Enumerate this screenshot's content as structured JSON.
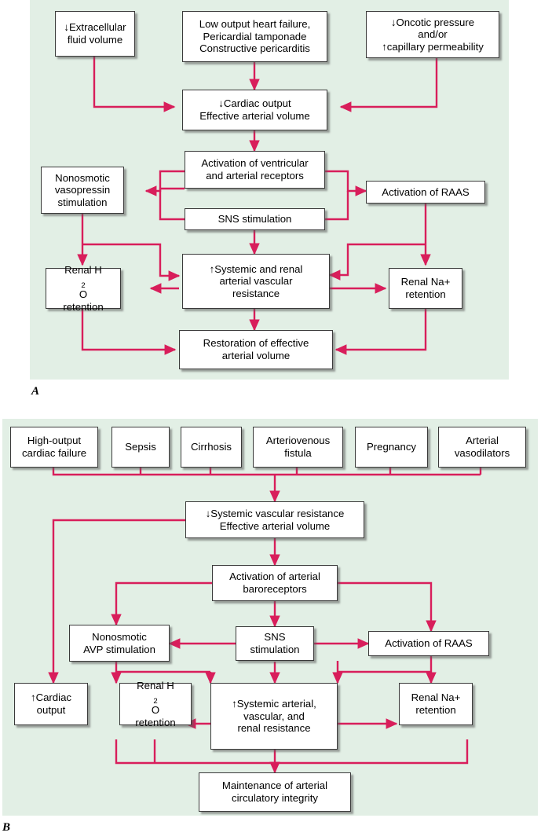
{
  "figure": {
    "type": "medical-flowchart",
    "background_color": "#e2efe5",
    "arrow_color": "#d81e5b",
    "box_border_color": "#3a3a3a",
    "box_fill_color": "#ffffff"
  },
  "panel_a": {
    "label": "A",
    "nodes": {
      "extracellular": "↓Extracellular\nfluid volume",
      "low_output": "Low output heart failure,\nPericardial tamponade\nConstructive pericarditis",
      "oncotic": "↓Oncotic pressure\nand/or\n↑capillary permeability",
      "cardiac_output": "↓Cardiac output\nEffective arterial volume",
      "activation_receptors": "Activation of ventricular\nand arterial receptors",
      "nonosmotic": "Nonosmotic\nvasopressin\nstimulation",
      "sns": "SNS stimulation",
      "raas": "Activation of RAAS",
      "renal_h2o_pre": "Renal H",
      "renal_h2o_sub": "2",
      "renal_h2o_post": "O\nretention",
      "systemic_resistance": "↑Systemic and renal\narterial vascular\nresistance",
      "renal_na": "Renal Na+\nretention",
      "restoration": "Restoration of effective\narterial volume"
    }
  },
  "panel_b": {
    "label": "B",
    "nodes": {
      "high_output": "High-output\ncardiac failure",
      "sepsis": "Sepsis",
      "cirrhosis": "Cirrhosis",
      "av_fistula": "Arteriovenous\nfistula",
      "pregnancy": "Pregnancy",
      "arterial_vasodilators": "Arterial\nvasodilators",
      "systemic_vascular": "↓Systemic vascular resistance\nEffective arterial volume",
      "baroreceptors": "Activation of arterial\nbaroreceptors",
      "nonosmotic_avp": "Nonosmotic\nAVP stimulation",
      "sns": "SNS\nstimulation",
      "raas": "Activation of RAAS",
      "cardiac_output": "↑Cardiac\noutput",
      "renal_h2o_pre": "Renal H",
      "renal_h2o_sub": "2",
      "renal_h2o_post": "O\nretention",
      "systemic_arterial": "↑Systemic arterial,\nvascular, and\nrenal resistance",
      "renal_na": "Renal Na+\nretention",
      "maintenance": "Maintenance of arterial\ncirculatory integrity"
    }
  }
}
